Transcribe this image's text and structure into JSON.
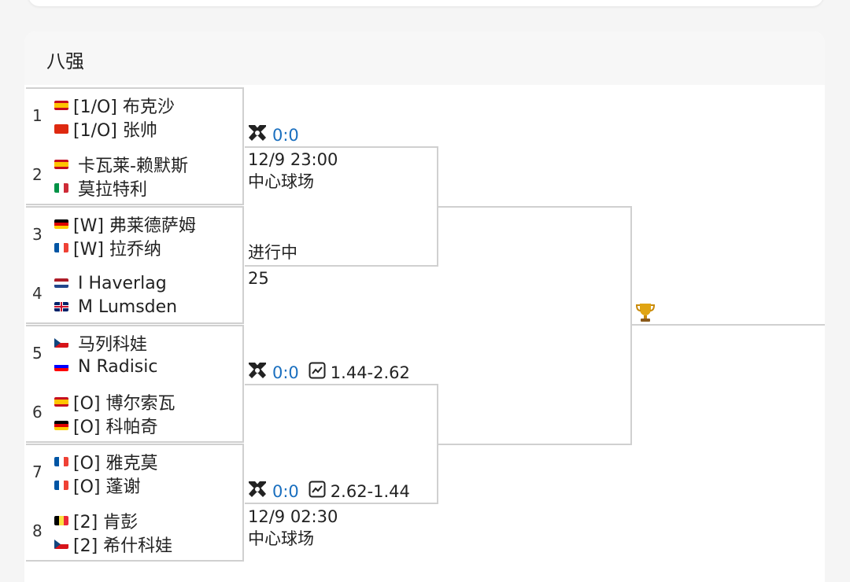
{
  "section": {
    "title": "八强"
  },
  "players": [
    {
      "seed": "1",
      "lines": [
        {
          "flag": "es",
          "name": "[1/O] 布克沙"
        },
        {
          "flag": "cn",
          "name": "[1/O] 张帅"
        }
      ]
    },
    {
      "seed": "2",
      "lines": [
        {
          "flag": "es",
          "name": "卡瓦莱-赖默斯"
        },
        {
          "flag": "it",
          "name": "莫拉特利"
        }
      ]
    },
    {
      "seed": "3",
      "lines": [
        {
          "flag": "de",
          "name": "[W] 弗莱德萨姆"
        },
        {
          "flag": "fr",
          "name": "[W] 拉乔纳"
        }
      ]
    },
    {
      "seed": "4",
      "lines": [
        {
          "flag": "nl",
          "name": "I Haverlag"
        },
        {
          "flag": "gb",
          "name": "M Lumsden"
        }
      ]
    },
    {
      "seed": "5",
      "lines": [
        {
          "flag": "cz",
          "name": "马列科娃"
        },
        {
          "flag": "si",
          "name": "N Radisic"
        }
      ]
    },
    {
      "seed": "6",
      "lines": [
        {
          "flag": "es",
          "name": "[O] 博尔索瓦"
        },
        {
          "flag": "de",
          "name": "[O] 科帕奇"
        }
      ]
    },
    {
      "seed": "7",
      "lines": [
        {
          "flag": "fr",
          "name": "[O] 雅克莫"
        },
        {
          "flag": "fr",
          "name": "[O] 蓬谢"
        }
      ]
    },
    {
      "seed": "8",
      "lines": [
        {
          "flag": "be",
          "name": "[2] 肯彭"
        },
        {
          "flag": "cz",
          "name": "[2] 希什科娃"
        }
      ]
    }
  ],
  "matches": [
    {
      "score": "0:0",
      "odds": "",
      "date": "12/9 23:00",
      "court": "中心球场",
      "status": "进行中",
      "extra": "25"
    },
    {
      "score": "0:0",
      "odds": "1.44-2.62"
    },
    {
      "score": "0:0",
      "odds": "2.62-1.44",
      "date": "12/9 02:30",
      "court": "中心球场"
    }
  ],
  "icons": {
    "versus": "crossed-rackets-icon",
    "odds": "trend-chart-icon",
    "trophy": "trophy-icon"
  },
  "colors": {
    "score": "#1a6fbf",
    "line": "#d0d0d0"
  }
}
